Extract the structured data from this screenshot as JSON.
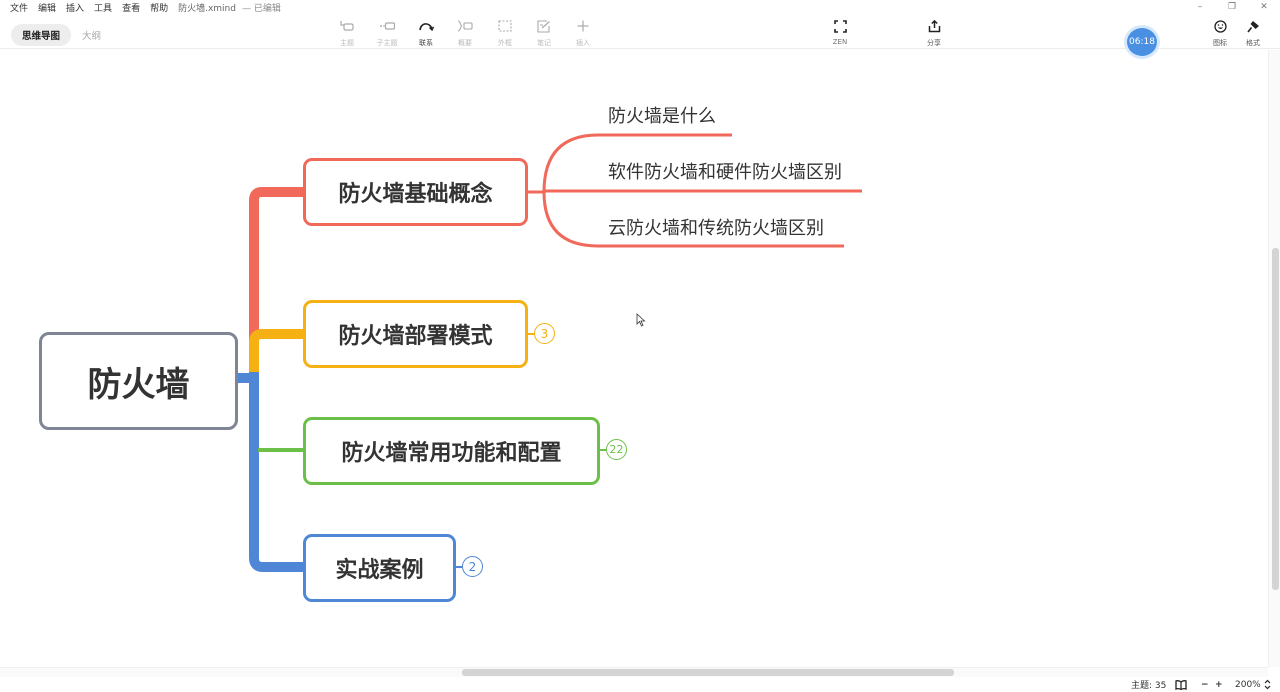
{
  "menubar": {
    "items": [
      "文件",
      "编辑",
      "插入",
      "工具",
      "查看",
      "帮助"
    ],
    "filename": "防火墙.xmind",
    "status": "— 已编辑"
  },
  "window_controls": {
    "minimize": "–",
    "maximize": "❐",
    "close": "✕"
  },
  "view_tabs": [
    {
      "label": "思维导图",
      "active": true
    },
    {
      "label": "大纲",
      "active": false
    }
  ],
  "toolbar": {
    "tools": [
      {
        "label": "主题",
        "icon": "topic-icon",
        "enabled": false
      },
      {
        "label": "子主题",
        "icon": "subtopic-icon",
        "enabled": false
      },
      {
        "label": "联系",
        "icon": "relationship-icon",
        "enabled": true
      },
      {
        "label": "概要",
        "icon": "summary-icon",
        "enabled": false
      },
      {
        "label": "外框",
        "icon": "boundary-icon",
        "enabled": false
      },
      {
        "label": "笔记",
        "icon": "note-icon",
        "enabled": false
      },
      {
        "label": "插入",
        "icon": "insert-icon",
        "enabled": false
      }
    ],
    "zen_label": "ZEN",
    "share_label": "分享",
    "icon_label": "图标",
    "format_label": "格式"
  },
  "timer": "06:18",
  "mindmap": {
    "root": "防火墙",
    "colors": {
      "root_border": "#7f8594",
      "red": "#f0695a",
      "orange": "#f5b014",
      "green": "#6cc04a",
      "blue": "#4f87d6"
    },
    "topics": [
      {
        "label": "防火墙基础概念",
        "color": "#f0695a",
        "collapsed_count": null,
        "children": [
          "防火墙是什么",
          "软件防火墙和硬件防火墙区别",
          "云防火墙和传统防火墙区别"
        ]
      },
      {
        "label": "防火墙部署模式",
        "color": "#f5b014",
        "collapsed_count": "3",
        "children": []
      },
      {
        "label": "防火墙常用功能和配置",
        "color": "#6cc04a",
        "collapsed_count": "22",
        "children": []
      },
      {
        "label": "实战案例",
        "color": "#4f87d6",
        "collapsed_count": "2",
        "children": []
      }
    ]
  },
  "statusbar": {
    "topic_count_label": "主题: 35",
    "zoom_minus": "−",
    "zoom_plus": "+",
    "zoom_level": "200%"
  }
}
